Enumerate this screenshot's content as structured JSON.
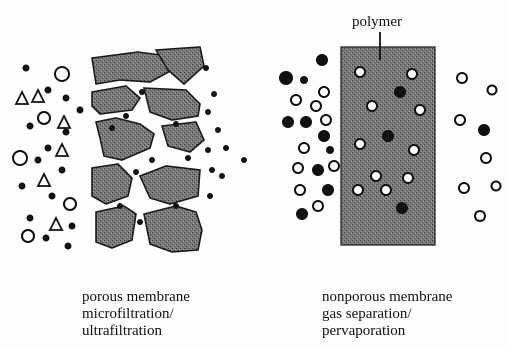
{
  "labels": {
    "polymer": "polymer"
  },
  "captions": {
    "porous": [
      "porous membrane",
      "microfiltration/",
      "ultrafiltration"
    ],
    "nonporous": [
      "nonporous membrane",
      "gas separation/",
      "pervaporation"
    ]
  },
  "colors": {
    "ink": "#111111",
    "membrane_fill": "#6e6e6e",
    "background": "#fefefe"
  }
}
